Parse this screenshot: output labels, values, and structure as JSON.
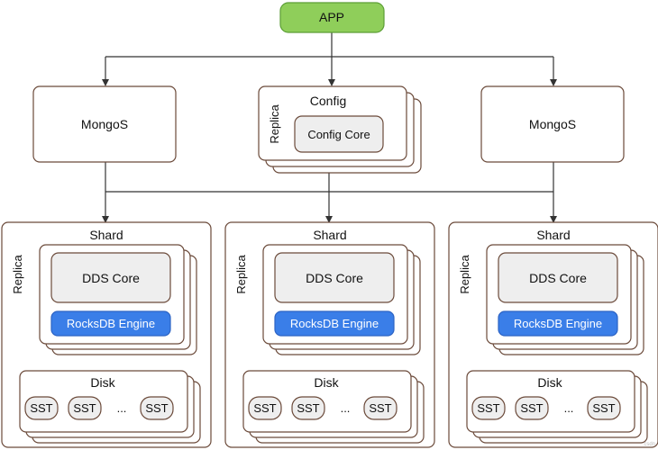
{
  "app": {
    "label": "APP",
    "fill": "#8fce5a",
    "stroke": "#5c9e36"
  },
  "mongos_left": {
    "label": "MongoS"
  },
  "mongos_right": {
    "label": "MongoS"
  },
  "config": {
    "title": "Config",
    "replica_label": "Replica",
    "core_label": "Config Core"
  },
  "shards": [
    {
      "title": "Shard",
      "replica_label": "Replica",
      "core_label": "DDS Core",
      "engine_label": "RocksDB Engine",
      "disk": {
        "title": "Disk",
        "files": [
          "SST",
          "SST",
          "SST"
        ],
        "ellipsis": "..."
      }
    },
    {
      "title": "Shard",
      "replica_label": "Replica",
      "core_label": "DDS Core",
      "engine_label": "RocksDB Engine",
      "disk": {
        "title": "Disk",
        "files": [
          "SST",
          "SST",
          "SST"
        ],
        "ellipsis": "..."
      }
    },
    {
      "title": "Shard",
      "replica_label": "Replica",
      "core_label": "DDS Core",
      "engine_label": "RocksDB Engine",
      "disk": {
        "title": "Disk",
        "files": [
          "SST",
          "SST",
          "SST"
        ],
        "ellipsis": "..."
      }
    }
  ],
  "colors": {
    "box_stroke": "#6b4a3a",
    "core_fill": "#eeeeee",
    "engine_fill": "#3a7ee8",
    "engine_stroke": "#2c63c4",
    "line": "#333333"
  }
}
